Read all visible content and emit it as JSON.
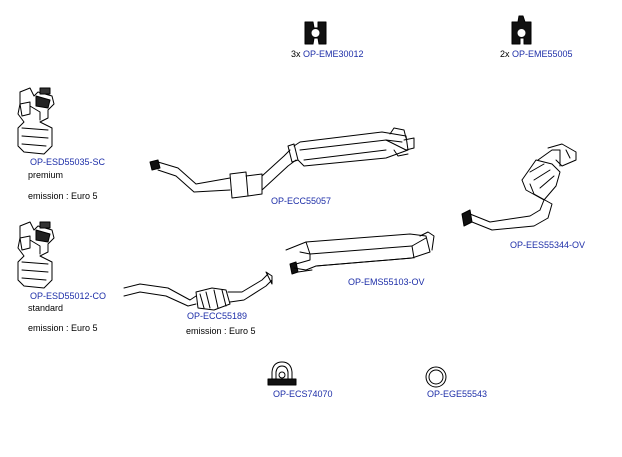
{
  "colors": {
    "part_link": "#1d2ea8",
    "text": "#000000",
    "line": "#000000",
    "background": "#ffffff"
  },
  "parts": {
    "eme30012": {
      "qty": "3x",
      "code": "OP-EME30012",
      "icon": "rubber-hanger-icon"
    },
    "eme55005": {
      "qty": "2x",
      "code": "OP-EME55005",
      "icon": "rubber-hanger-icon"
    },
    "esd55035": {
      "code": "OP-ESD55035-SC",
      "variant": "premium",
      "emission": "emission : Euro 5",
      "icon": "dpf-filter-icon"
    },
    "esd55012": {
      "code": "OP-ESD55012-CO",
      "variant": "standard",
      "emission": "emission : Euro 5",
      "icon": "dpf-filter-icon"
    },
    "ecc55057": {
      "code": "OP-ECC55057",
      "icon": "front-pipe-catalyst-icon"
    },
    "ecc55189": {
      "code": "OP-ECC55189",
      "emission": "emission : Euro 5",
      "icon": "catalyst-pipe-icon"
    },
    "ems55103": {
      "code": "OP-EMS55103-OV",
      "icon": "middle-silencer-icon"
    },
    "ees55344": {
      "code": "OP-EES55344-OV",
      "icon": "rear-silencer-icon"
    },
    "ecs74070": {
      "code": "OP-ECS74070",
      "icon": "clamp-icon"
    },
    "ege55543": {
      "code": "OP-EGE55543",
      "icon": "gasket-ring-icon"
    }
  }
}
